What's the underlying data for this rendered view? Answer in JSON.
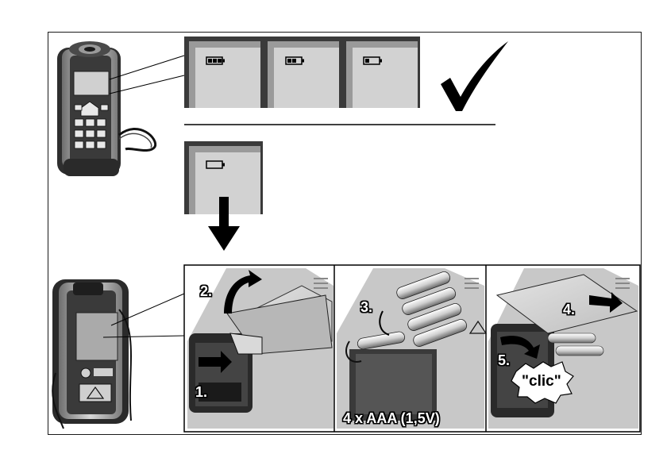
{
  "steps": {
    "step1": "1.",
    "step2": "2.",
    "step3": "3.",
    "step4": "4.",
    "step5": "5."
  },
  "battery_spec": "4 x AAA (1,5V)",
  "click_sound": "\"clic\"",
  "battery_levels": {
    "ok_displays": [
      "full",
      "two-thirds",
      "one-third"
    ],
    "replace_display": "empty"
  },
  "colors": {
    "device_body": "#3a3a3a",
    "device_grey": "#9a9a9a",
    "display_fill": "#d2d2d2",
    "arrow": "#000000"
  },
  "icons": {
    "ok_mark": "checkmark-icon",
    "down_arrow": "arrow-down-icon"
  }
}
